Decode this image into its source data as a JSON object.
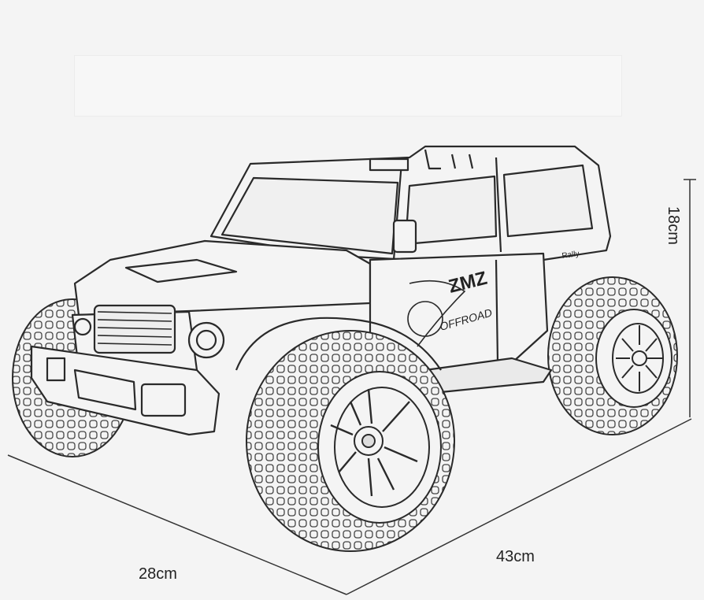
{
  "dimensions": {
    "length_label": "28cm",
    "width_label": "43cm",
    "height_label": "18cm"
  },
  "vehicle": {
    "decal_text_main": "ZMZ",
    "decal_text_sub": "OFFROAD",
    "badge_text": "Rally"
  },
  "colors": {
    "background": "#f4f4f4",
    "line": "#2a2a2a"
  }
}
